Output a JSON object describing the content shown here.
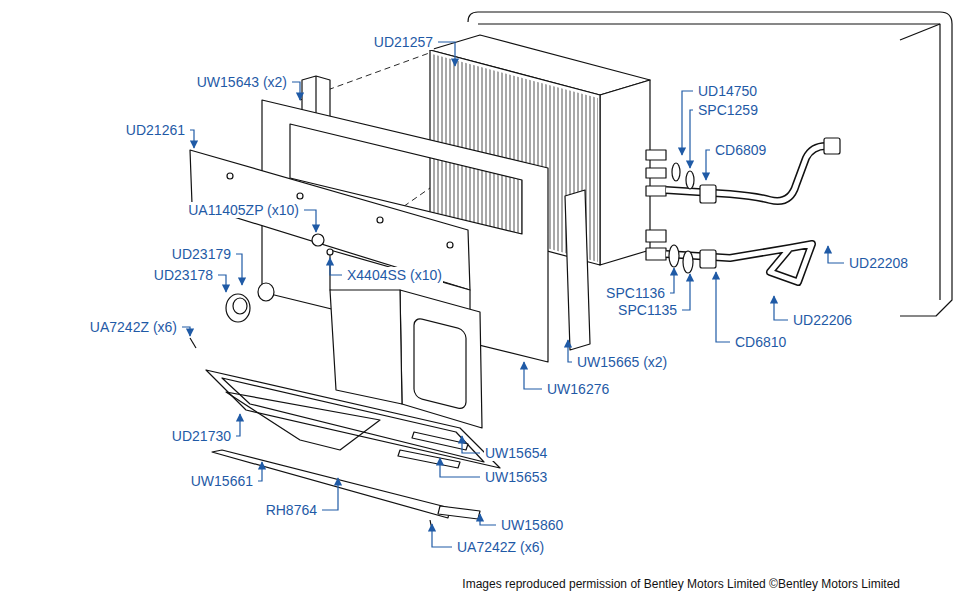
{
  "diagram": {
    "caption": "Images reproduced permission of Bentley Motors Limited ©Bentley Motors Limited",
    "labels": [
      "UD21257",
      "UW15643 (x2)",
      "UD21261",
      "UA11405ZP (x10)",
      "UD23179",
      "UD23178",
      "UA7242Z (x6)",
      "X4404SS (x10)",
      "UD14750",
      "SPC1259",
      "CD6809",
      "UD22208",
      "SPC1136",
      "SPC1135",
      "UD22206",
      "CD6810",
      "UW15665 (x2)",
      "UW16276",
      "UD21730",
      "UW15654",
      "UW15653",
      "UW15661",
      "RH8764",
      "UW15860",
      "UA7242Z (x6)"
    ]
  }
}
